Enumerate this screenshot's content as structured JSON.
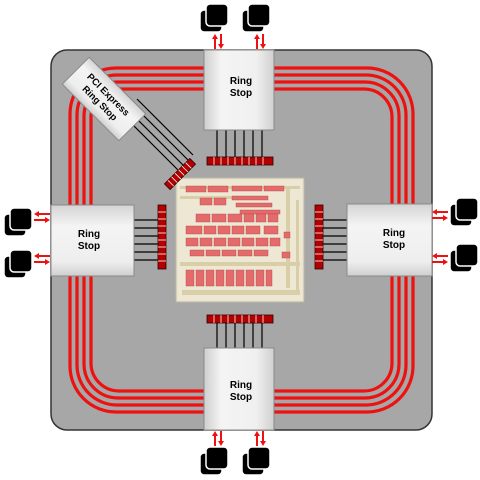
{
  "ring_stops": {
    "top": {
      "line1": "Ring",
      "line2": "Stop"
    },
    "left": {
      "line1": "Ring",
      "line2": "Stop"
    },
    "right": {
      "line1": "Ring",
      "line2": "Stop"
    },
    "bottom": {
      "line1": "Ring",
      "line2": "Stop"
    }
  },
  "pcie_stop": {
    "line1": "PCI Express",
    "line2": "Ring Stop"
  },
  "colors": {
    "ring": "#ee1111",
    "die_background": "#a7a7a7",
    "die_border": "#333333",
    "stop_box": "#e8e8e8",
    "connector": "#b30000",
    "memory_chip": "#000000",
    "arrow": "#ee1111"
  },
  "icons": [
    "memory-chip-icon",
    "bidirectional-arrow-icon",
    "gpu-core-icon"
  ]
}
